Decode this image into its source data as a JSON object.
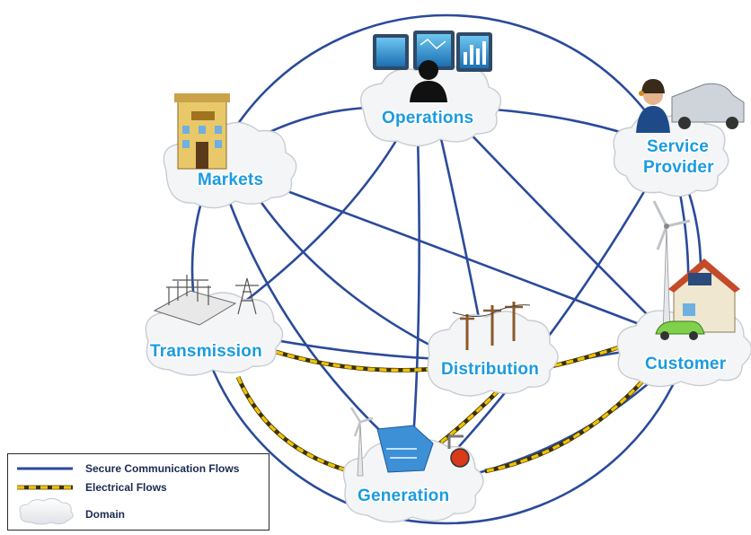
{
  "domains": {
    "operations": "Operations",
    "markets": "Markets",
    "service_provider_line1": "Service",
    "service_provider_line2": "Provider",
    "transmission": "Transmission",
    "distribution": "Distribution",
    "customer": "Customer",
    "generation": "Generation"
  },
  "legend": {
    "secure_communication": "Secure Communication Flows",
    "electrical": "Electrical Flows",
    "domain": "Domain"
  },
  "colors": {
    "communication_line": "#2a4a9a",
    "electrical_line": "#f2c200",
    "domain_label": "#1a9be0",
    "domain_cloud": "#f4f5f6"
  },
  "icons": {
    "operations": "control-room-operator-icon",
    "markets": "market-building-icon",
    "service_provider": "service-technician-truck-icon",
    "transmission": "substation-transmission-tower-icon",
    "distribution": "utility-poles-icon",
    "customer": "house-wind-turbine-car-icon",
    "generation": "power-plant-icon"
  }
}
